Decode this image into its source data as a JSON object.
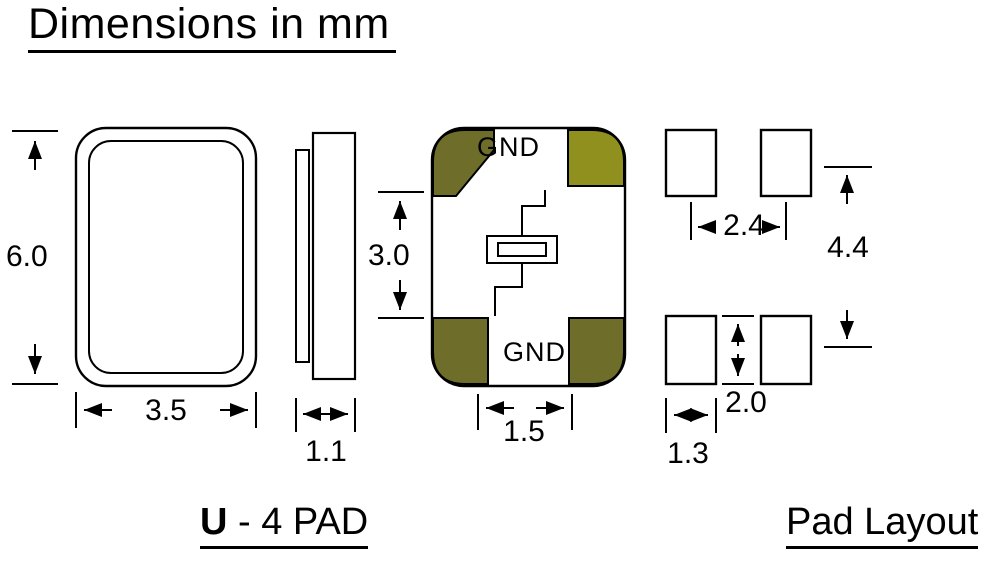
{
  "title": "Dimensions in mm",
  "drawing": {
    "top_view": {
      "height_dim": "6.0",
      "width_dim": "3.5"
    },
    "side_view": {
      "thickness_dim": "1.1"
    },
    "bottom_view": {
      "gnd_label_top": "GND",
      "gnd_label_bottom": "GND",
      "electrode_height_dim": "3.0",
      "electrode_width_dim": "1.5"
    },
    "pad_layout": {
      "horizontal_pitch_dim": "2.4",
      "vertical_pitch_dim": "4.4",
      "pad_height_dim": "2.0",
      "pad_width_dim": "1.3"
    }
  },
  "captions": {
    "package_type_bold": "U",
    "package_type_rest": " - 4 PAD",
    "pad_layout": "Pad Layout"
  },
  "colors": {
    "line": "#000000",
    "background": "#ffffff",
    "pad_fill": "#6e6e2a",
    "pad_fill_bright": "#90901e"
  }
}
